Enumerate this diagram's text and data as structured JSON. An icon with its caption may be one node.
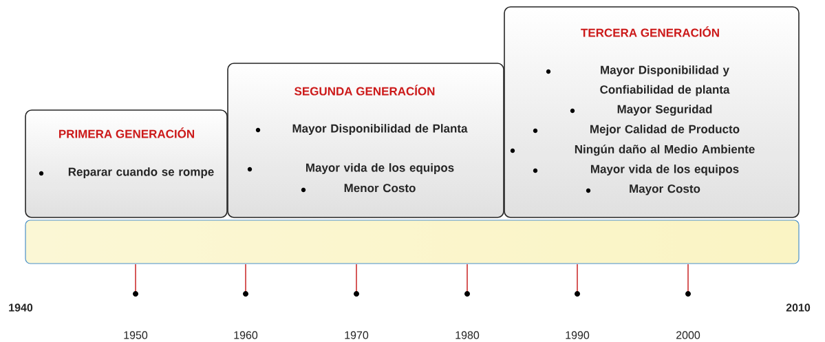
{
  "diagram": {
    "nodes": [
      {
        "text": [
          "PRIMERA GENERACIÓN",
          "Reparar cuando se rompe"
        ]
      },
      {
        "text": [
          "SEGUNDA GENERACÍON",
          "Mayor Disponibilidad de Planta",
          "Mayor vida de los equipos",
          "Menor Costo"
        ]
      },
      {
        "text": [
          "TERCERA GENERACIÓN",
          "Mayor Disponibilidad y Confiabilidad de planta",
          "Mayor Seguridad",
          "Mejor Calidad de Producto",
          "Ningún daño al Medio Ambiente",
          "Mayor vida de los equipos",
          "Mayor Costo"
        ]
      },
      {
        "text": [],
        "shape": "bar"
      }
    ],
    "labels": [
      "1940",
      "2010",
      "1950",
      "1960",
      "1970",
      "1980",
      "1990",
      "2000"
    ]
  }
}
